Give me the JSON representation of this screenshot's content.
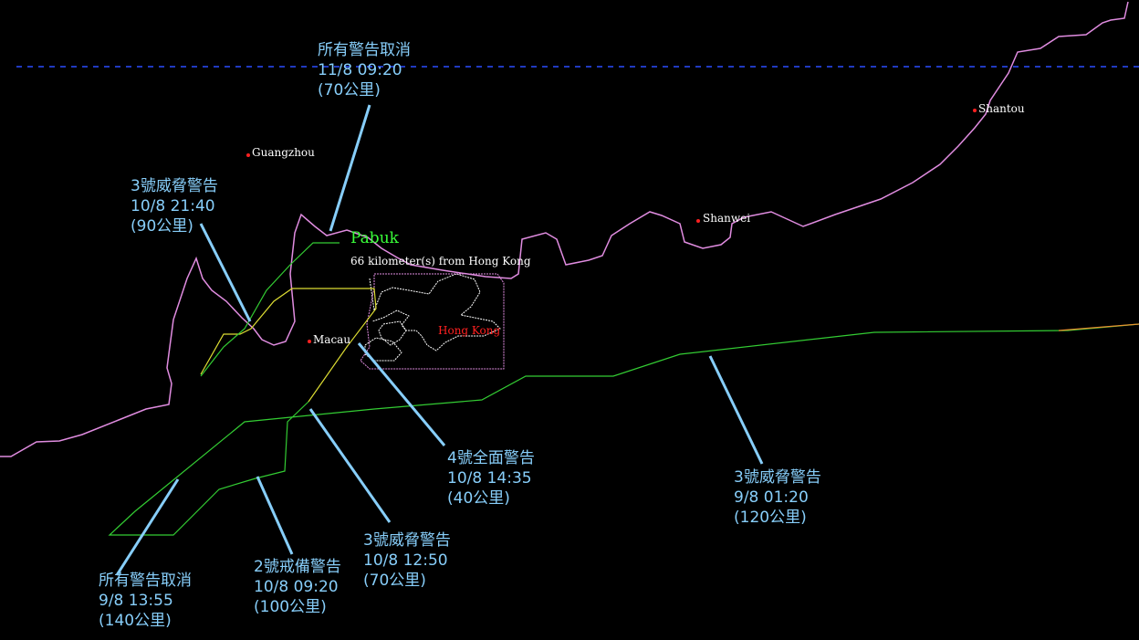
{
  "storm": {
    "name": "Pabuk",
    "distance": "66 kilometer(s) from Hong Kong"
  },
  "cities": {
    "guangzhou": "Guangzhou",
    "shantou": "Shantou",
    "shanwei": "Shanwei",
    "macau": "Macau",
    "hong_kong": "Hong Kong"
  },
  "signals": [
    {
      "title": "所有警告取消",
      "time": "11/8 09:20",
      "dist": "(70公里)"
    },
    {
      "title": "3號威脅警告",
      "time": "10/8 21:40",
      "dist": "(90公里)"
    },
    {
      "title": "4號全面警告",
      "time": "10/8 14:35",
      "dist": "(40公里)"
    },
    {
      "title": "3號威脅警告",
      "time": "9/8 01:20",
      "dist": "(120公里)"
    },
    {
      "title": "3號威脅警告",
      "time": "10/8 12:50",
      "dist": "(70公里)"
    },
    {
      "title": "2號戒備警告",
      "time": "10/8 09:20",
      "dist": "(100公里)"
    },
    {
      "title": "所有警告取消",
      "time": "9/8 13:55",
      "dist": "(140公里)"
    }
  ],
  "colors": {
    "coast": "#e08ce0",
    "hk_boundary": "#e08ce0",
    "hk_land": "#ffffff",
    "track_green": "#33cc33",
    "track_yellow": "#dddd33",
    "track_orange": "#e89030",
    "callout": "#87cefa",
    "latitude": "#2a4cff"
  }
}
